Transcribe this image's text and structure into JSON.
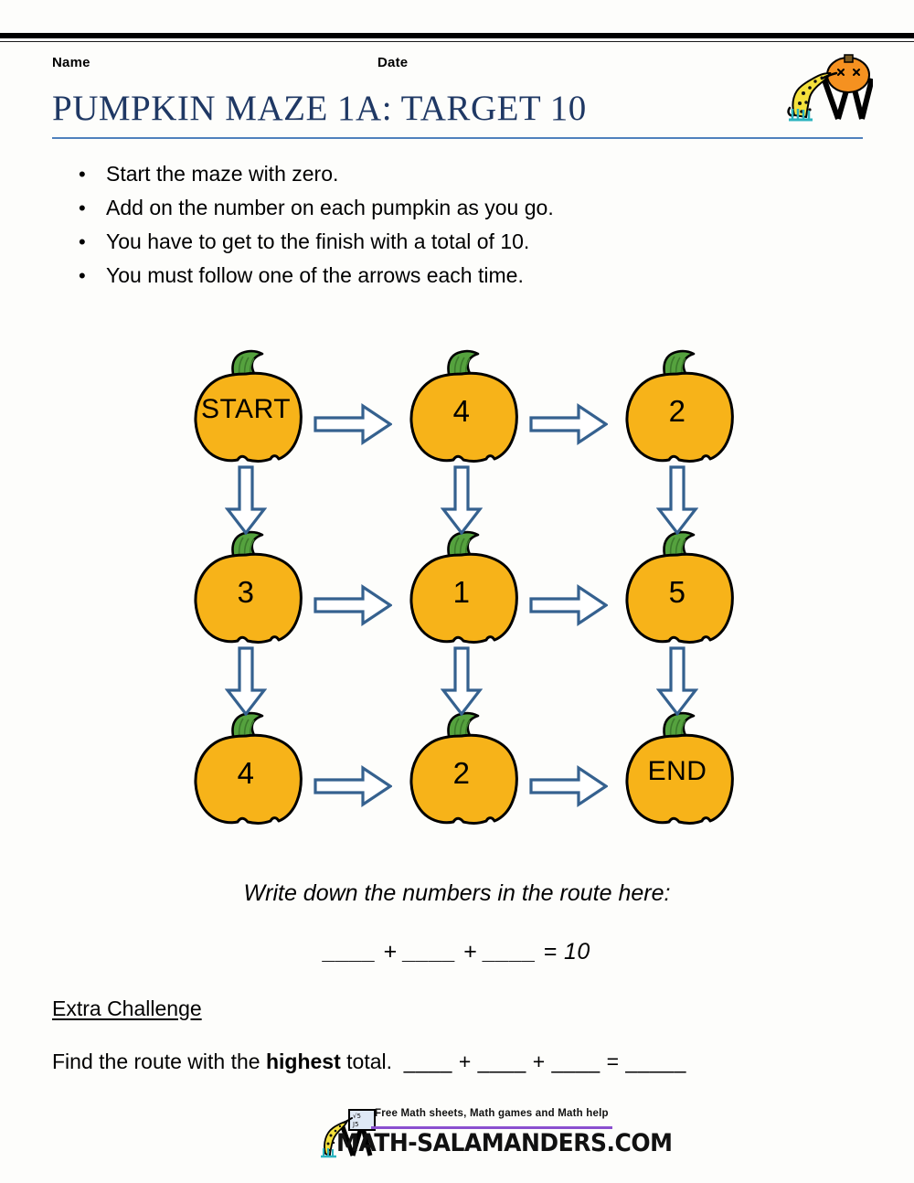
{
  "header": {
    "name_label": "Name",
    "date_label": "Date",
    "title": "PUMPKIN MAZE 1A: TARGET 10",
    "logo_icon": "salamander-carving-pumpkin-logo",
    "title_color": "#1f3864",
    "rule_color": "#4f81bd"
  },
  "instructions": {
    "bullet_glyph": "•",
    "items": [
      "Start the maze with zero.",
      "Add on the number on each pumpkin as you go.",
      "You have to get to the finish with a total of 10.",
      "You must follow one of the arrows each time."
    ]
  },
  "maze": {
    "pumpkin_color": "#f7b319",
    "stem_color": "#55a23e",
    "outline_color": "#000000",
    "arrow_color": "#35618f",
    "cells": [
      {
        "id": "r0c0",
        "label": "START",
        "row": 0,
        "col": 0
      },
      {
        "id": "r0c1",
        "label": "4",
        "row": 0,
        "col": 1
      },
      {
        "id": "r0c2",
        "label": "2",
        "row": 0,
        "col": 2
      },
      {
        "id": "r1c0",
        "label": "3",
        "row": 1,
        "col": 0
      },
      {
        "id": "r1c1",
        "label": "1",
        "row": 1,
        "col": 1
      },
      {
        "id": "r1c2",
        "label": "5",
        "row": 1,
        "col": 2
      },
      {
        "id": "r2c0",
        "label": "4",
        "row": 2,
        "col": 0
      },
      {
        "id": "r2c1",
        "label": "2",
        "row": 2,
        "col": 1
      },
      {
        "id": "r2c2",
        "label": "END",
        "row": 2,
        "col": 2
      }
    ],
    "arrows_right": [
      {
        "from": "r0c0",
        "to": "r0c1"
      },
      {
        "from": "r0c1",
        "to": "r0c2"
      },
      {
        "from": "r1c0",
        "to": "r1c1"
      },
      {
        "from": "r1c1",
        "to": "r1c2"
      },
      {
        "from": "r2c0",
        "to": "r2c1"
      },
      {
        "from": "r2c1",
        "to": "r2c2"
      }
    ],
    "arrows_down": [
      {
        "from": "r0c0",
        "to": "r1c0"
      },
      {
        "from": "r0c1",
        "to": "r1c1"
      },
      {
        "from": "r0c2",
        "to": "r1c2"
      },
      {
        "from": "r1c0",
        "to": "r2c0"
      },
      {
        "from": "r1c1",
        "to": "r2c1"
      },
      {
        "from": "r1c2",
        "to": "r2c2"
      }
    ]
  },
  "route": {
    "prompt": "Write down the numbers in the route here:",
    "equation": "____ + ____ + ____ = 10"
  },
  "extra": {
    "heading": "Extra Challenge",
    "text_before": "Find the route with the ",
    "emphasis": "highest",
    "text_after": " total.",
    "blanks": "____ + ____ + ____ = _____"
  },
  "footer": {
    "tagline": "Free Math sheets, Math games and Math help",
    "domain": "MATH-SALAMANDERS.COM",
    "rule_color": "#8a4fcf",
    "mascot_icon": "salamander-whiteboard-logo"
  }
}
